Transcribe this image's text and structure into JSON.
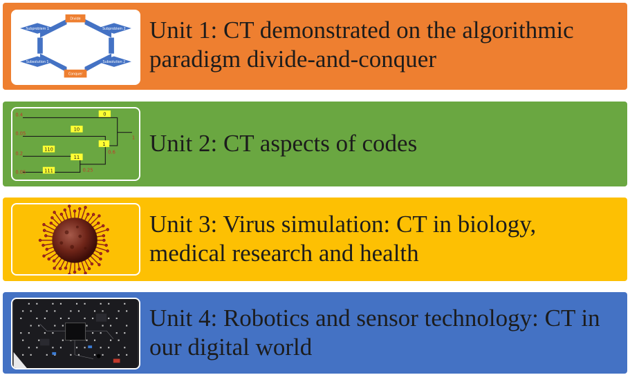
{
  "units": [
    {
      "title": "Unit 1: CT demonstrated on the algorithmic paradigm divide-and-conquer",
      "color": "#ee7f30",
      "icon": "divide-and-conquer-diagram",
      "diagram_labels": {
        "top": "Divide",
        "bottom": "Conquer",
        "top_left": "Subproblem 1",
        "top_right": "Subproblem 2",
        "bottom_left": "Subsolution 1",
        "bottom_right": "Subsolution 2"
      }
    },
    {
      "title": "Unit 2: CT aspects of codes",
      "color": "#6aa741",
      "icon": "huffman-code-tree",
      "tree": {
        "probabilities": [
          "0.4",
          "0.05",
          "0.2",
          "0.05"
        ],
        "codes": [
          "0",
          "10",
          "110",
          "11",
          "111",
          "1"
        ],
        "internal": [
          "0.25",
          "0.6",
          "1"
        ]
      }
    },
    {
      "title": "Unit 3: Virus simulation: CT in biology, medical research and health",
      "color": "#fdc003",
      "icon": "virus-image"
    },
    {
      "title": "Unit 4: Robotics and sensor technology: CT in our digital world",
      "color": "#4472c4",
      "icon": "circuit-board-image"
    }
  ]
}
